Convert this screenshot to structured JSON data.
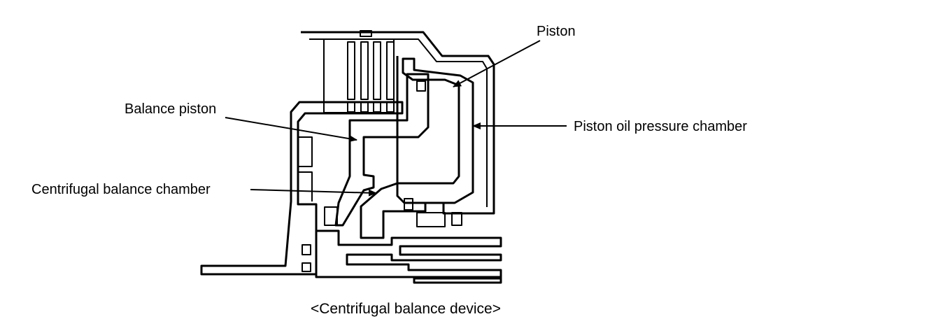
{
  "diagram": {
    "labels": {
      "piston": "Piston",
      "balance_piston": "Balance piston",
      "piston_oil_pressure_chamber": "Piston oil pressure chamber",
      "centrifugal_balance_chamber": "Centrifugal balance chamber"
    },
    "caption": "<Centrifugal balance device>"
  }
}
